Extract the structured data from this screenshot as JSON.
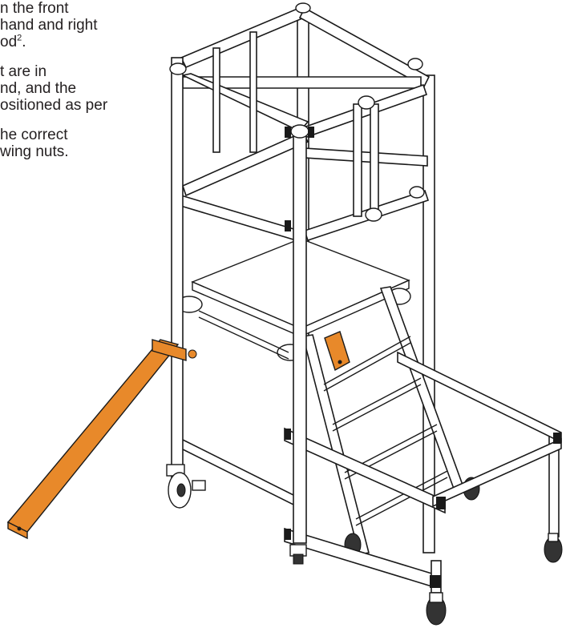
{
  "instructions": [
    {
      "lines": [
        "n the front",
        "hand and right",
        "od"
      ],
      "superscript": "2",
      "trailing": "."
    },
    {
      "lines": [
        "t are in",
        "nd, and the",
        "ositioned as per"
      ]
    },
    {
      "lines": [
        "he correct",
        "wing nuts."
      ]
    }
  ],
  "colors": {
    "stabiliser": "#e8892a",
    "text": "#231f20",
    "line": "#1a1a1a"
  }
}
